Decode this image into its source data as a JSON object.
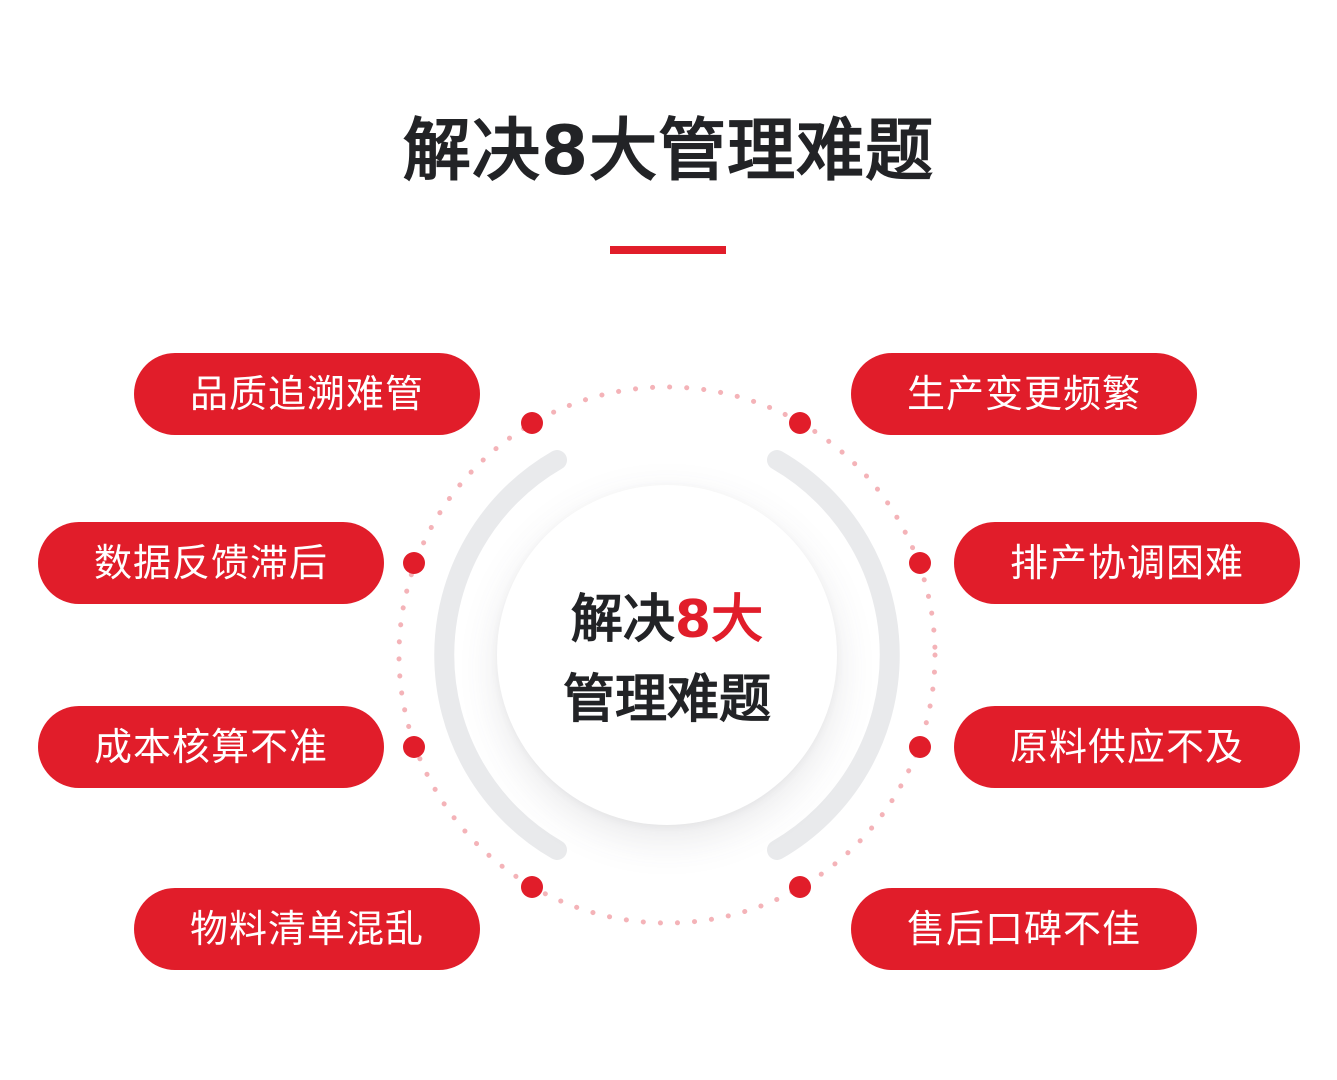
{
  "title": "解决8大管理难题",
  "center": {
    "line1_prefix": "解决",
    "line1_accent": "8大",
    "line2": "管理难题"
  },
  "problems": [
    "品质追溯难管",
    "数据反馈滞后",
    "成本核算不准",
    "物料清单混乱",
    "生产变更频繁",
    "排产协调困难",
    "原料供应不及",
    "售后口碑不佳"
  ],
  "colors": {
    "accent": "#e11d2a",
    "title": "#222326",
    "ring": "#e9eaec",
    "dotted_ring": "#f4b3b8"
  }
}
